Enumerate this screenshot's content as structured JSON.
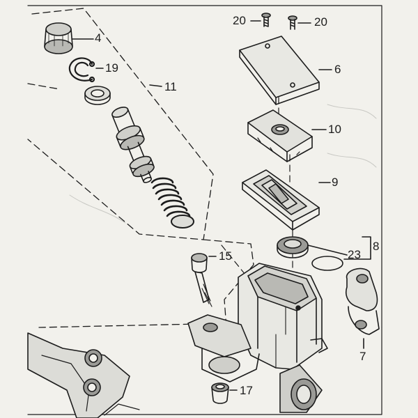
{
  "diagram": {
    "callouts": [
      {
        "id": "c4",
        "label": "4"
      },
      {
        "id": "c19",
        "label": "19"
      },
      {
        "id": "c11",
        "label": "11"
      },
      {
        "id": "c20a",
        "label": "20"
      },
      {
        "id": "c20b",
        "label": "20"
      },
      {
        "id": "c6",
        "label": "6"
      },
      {
        "id": "c10",
        "label": "10"
      },
      {
        "id": "c9",
        "label": "9"
      },
      {
        "id": "c15",
        "label": "15"
      },
      {
        "id": "c23",
        "label": "23"
      },
      {
        "id": "c8",
        "label": "8"
      },
      {
        "id": "c7",
        "label": "7"
      },
      {
        "id": "c17",
        "label": "17"
      }
    ]
  },
  "colors": {
    "paper": "#f2f1ec",
    "ink": "#1c1c1c",
    "shade": "#9a9a96"
  }
}
